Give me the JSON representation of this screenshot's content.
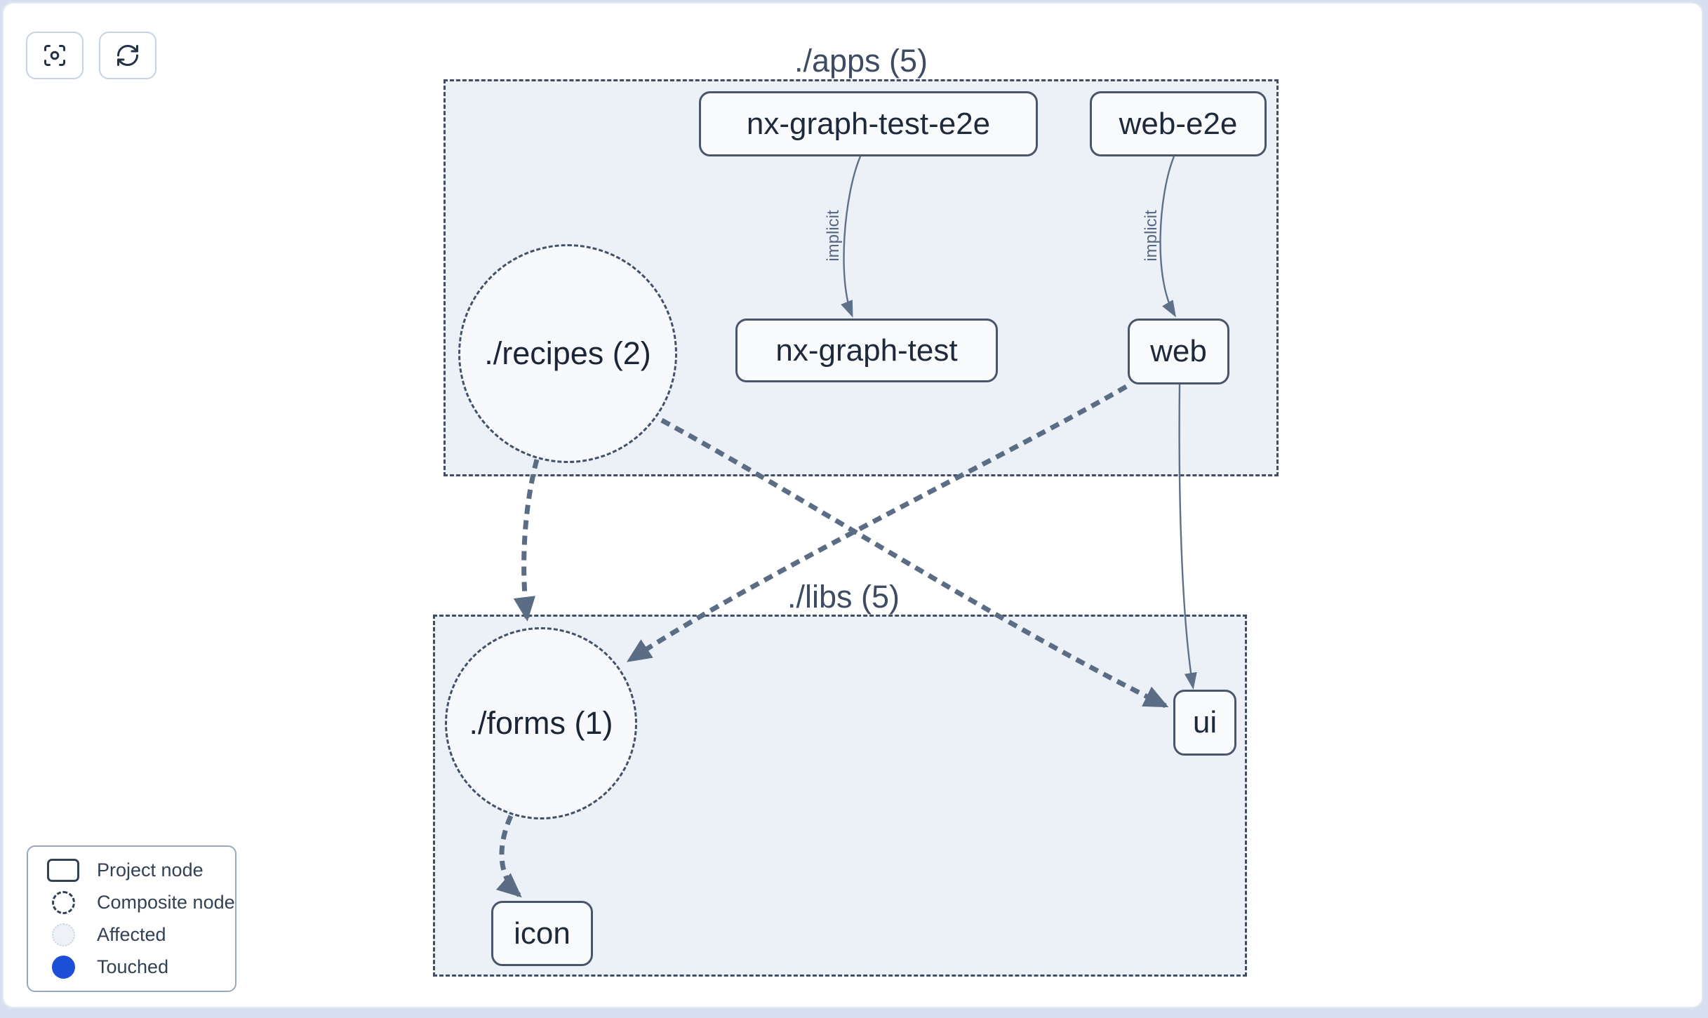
{
  "toolbar": {
    "buttons": [
      {
        "icon": "focus-target-icon"
      },
      {
        "icon": "refresh-icon"
      }
    ]
  },
  "graph": {
    "groups": [
      {
        "id": "apps",
        "label": "./apps (5)"
      },
      {
        "id": "libs",
        "label": "./libs (5)"
      }
    ],
    "composite_nodes": [
      {
        "id": "recipes",
        "label": "./recipes (2)",
        "group": "apps"
      },
      {
        "id": "forms",
        "label": "./forms (1)",
        "group": "libs"
      }
    ],
    "project_nodes": [
      {
        "id": "nx-graph-test-e2e",
        "label": "nx-graph-test-e2e",
        "group": "apps"
      },
      {
        "id": "web-e2e",
        "label": "web-e2e",
        "group": "apps"
      },
      {
        "id": "nx-graph-test",
        "label": "nx-graph-test",
        "group": "apps"
      },
      {
        "id": "web",
        "label": "web",
        "group": "apps"
      },
      {
        "id": "ui",
        "label": "ui",
        "group": "libs"
      },
      {
        "id": "icon",
        "label": "icon",
        "group": "libs"
      }
    ],
    "edges": [
      {
        "from": "nx-graph-test-e2e",
        "to": "nx-graph-test",
        "label": "implicit",
        "style": "solid"
      },
      {
        "from": "web-e2e",
        "to": "web",
        "label": "implicit",
        "style": "solid"
      },
      {
        "from": "web",
        "to": "ui",
        "label": "",
        "style": "solid"
      },
      {
        "from": "recipes",
        "to": "forms",
        "label": "",
        "style": "dashed"
      },
      {
        "from": "recipes",
        "to": "ui",
        "label": "",
        "style": "dashed"
      },
      {
        "from": "web",
        "to": "forms",
        "label": "",
        "style": "dashed"
      },
      {
        "from": "forms",
        "to": "icon",
        "label": "",
        "style": "dashed"
      }
    ]
  },
  "legend": {
    "items": [
      {
        "icon": "project-node-swatch",
        "label": "Project node"
      },
      {
        "icon": "composite-node-swatch",
        "label": "Composite node"
      },
      {
        "icon": "affected-swatch",
        "label": "Affected"
      },
      {
        "icon": "touched-swatch",
        "label": "Touched"
      }
    ]
  },
  "colors": {
    "touched_blue": "#1d4ed8",
    "group_fill": "#ecf1f7",
    "node_border": "#48556b",
    "edge_dashed": "#5b6c85",
    "edge_solid": "#5f7089",
    "window_strip": "#d7dff0"
  }
}
